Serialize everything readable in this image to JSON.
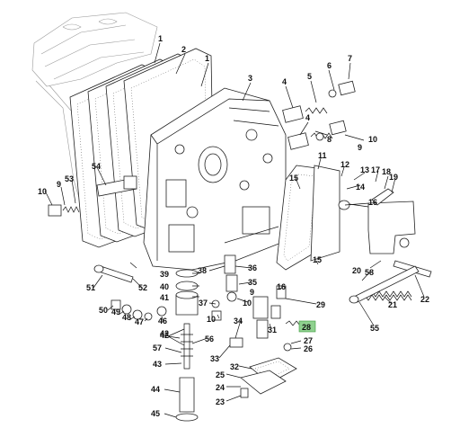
{
  "callouts": {
    "c1a": "1",
    "c1b": "1",
    "c2": "2",
    "c3": "3",
    "c4a": "4",
    "c4b": "4",
    "c5": "5",
    "c6": "6",
    "c7": "7",
    "c8": "8",
    "c9a": "9",
    "c9b": "9",
    "c9c": "9",
    "c10a": "10",
    "c10b": "10",
    "c10c": "10",
    "c10d": "10",
    "c11": "11",
    "c12": "12",
    "c13": "13",
    "c14": "14",
    "c15a": "15",
    "c15b": "15",
    "c16": "16",
    "c17": "17",
    "c18": "18",
    "c19": "19",
    "c20": "20",
    "c21": "21",
    "c22": "22",
    "c23": "23",
    "c24": "24",
    "c25": "25",
    "c26": "26",
    "c27": "27",
    "c28": "28",
    "c29": "29",
    "c31": "31",
    "c32": "32",
    "c33": "33",
    "c34": "34",
    "c35": "35",
    "c36": "36",
    "c37": "37",
    "c38": "38",
    "c39": "39",
    "c40": "40",
    "c41": "41",
    "c42a": "42",
    "c42b": "42",
    "c43": "43",
    "c44": "44",
    "c45": "45",
    "c46": "46",
    "c47": "47",
    "c48": "48",
    "c49": "49",
    "c50": "50",
    "c51": "51",
    "c52": "52",
    "c53": "53",
    "c54": "54",
    "c55": "55",
    "c56": "56",
    "c57": "57",
    "c58": "58"
  },
  "colors": {
    "highlight": "#8fd18f",
    "line": "#111111",
    "ghost": "#9a9a9a"
  }
}
